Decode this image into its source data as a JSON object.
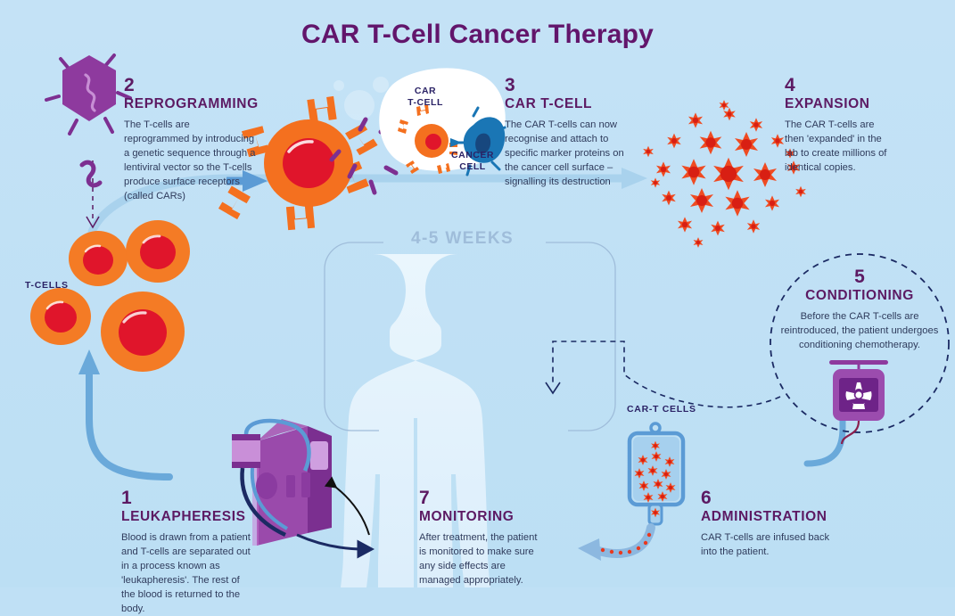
{
  "page": {
    "title": "CAR T-Cell Cancer Therapy",
    "background_color": "#bfe0f5",
    "accent_purple": "#62156b",
    "accent_orange": "#f4701f",
    "accent_red": "#e0152b",
    "accent_blue": "#5b9bd5",
    "body_text_color": "#2f3b5c"
  },
  "labels": {
    "t_cells": "T-CELLS",
    "weeks": "4-5 WEEKS",
    "car_t_cells_bag": "CAR-T CELLS",
    "inset_car_t_cell": "CAR\nT-CELL",
    "inset_car_t_cell_line1": "CAR",
    "inset_car_t_cell_line2": "T-CELL",
    "inset_cancer_cell_line1": "CANCER",
    "inset_cancer_cell_line2": "CELL"
  },
  "steps": [
    {
      "number": "1",
      "heading": "LEUKAPHERESIS",
      "body": "Blood is drawn from a patient and T-cells are separated out in a process known as 'leukapheresis'. The rest of the blood is returned to the body."
    },
    {
      "number": "2",
      "heading": "REPROGRAMMING",
      "body": "The T-cells are reprogrammed by introducing a genetic sequence through a lentiviral vector so the T-cells produce surface receptors (called CARs)"
    },
    {
      "number": "3",
      "heading": "CAR T-CELL",
      "body": "The CAR T-cells can now recognise and attach to specific marker proteins on the cancer cell surface – signalling its destruction"
    },
    {
      "number": "4",
      "heading": "EXPANSION",
      "body": "The CAR T-cells are then 'expanded' in the lab to create millions of identical copies."
    },
    {
      "number": "5",
      "heading": "CONDITIONING",
      "body": "Before the CAR T-cells are reintroduced, the patient undergoes conditioning chemotherapy."
    },
    {
      "number": "6",
      "heading": "ADMINISTRATION",
      "body": "CAR T-cells are infused back into the patient."
    },
    {
      "number": "7",
      "heading": "MONITORING",
      "body": "After treatment, the patient is monitored to make sure any side effects are managed appropriately."
    }
  ],
  "icons": {
    "lentivirus": "lentivirus-icon",
    "genetic_sequence": "genetic-sequence-icon",
    "t_cell": "t-cell-icon",
    "car_t_cell": "car-t-cell-icon",
    "cancer_cell": "cancer-cell-icon",
    "expansion_cluster": "expanded-cells-icon",
    "chemo_bag": "chemo-bag-icon",
    "radiation_symbol": "radiation-icon",
    "iv_bag": "iv-bag-icon",
    "apheresis_machine": "apheresis-machine-icon",
    "patient": "patient-silhouette-icon"
  }
}
